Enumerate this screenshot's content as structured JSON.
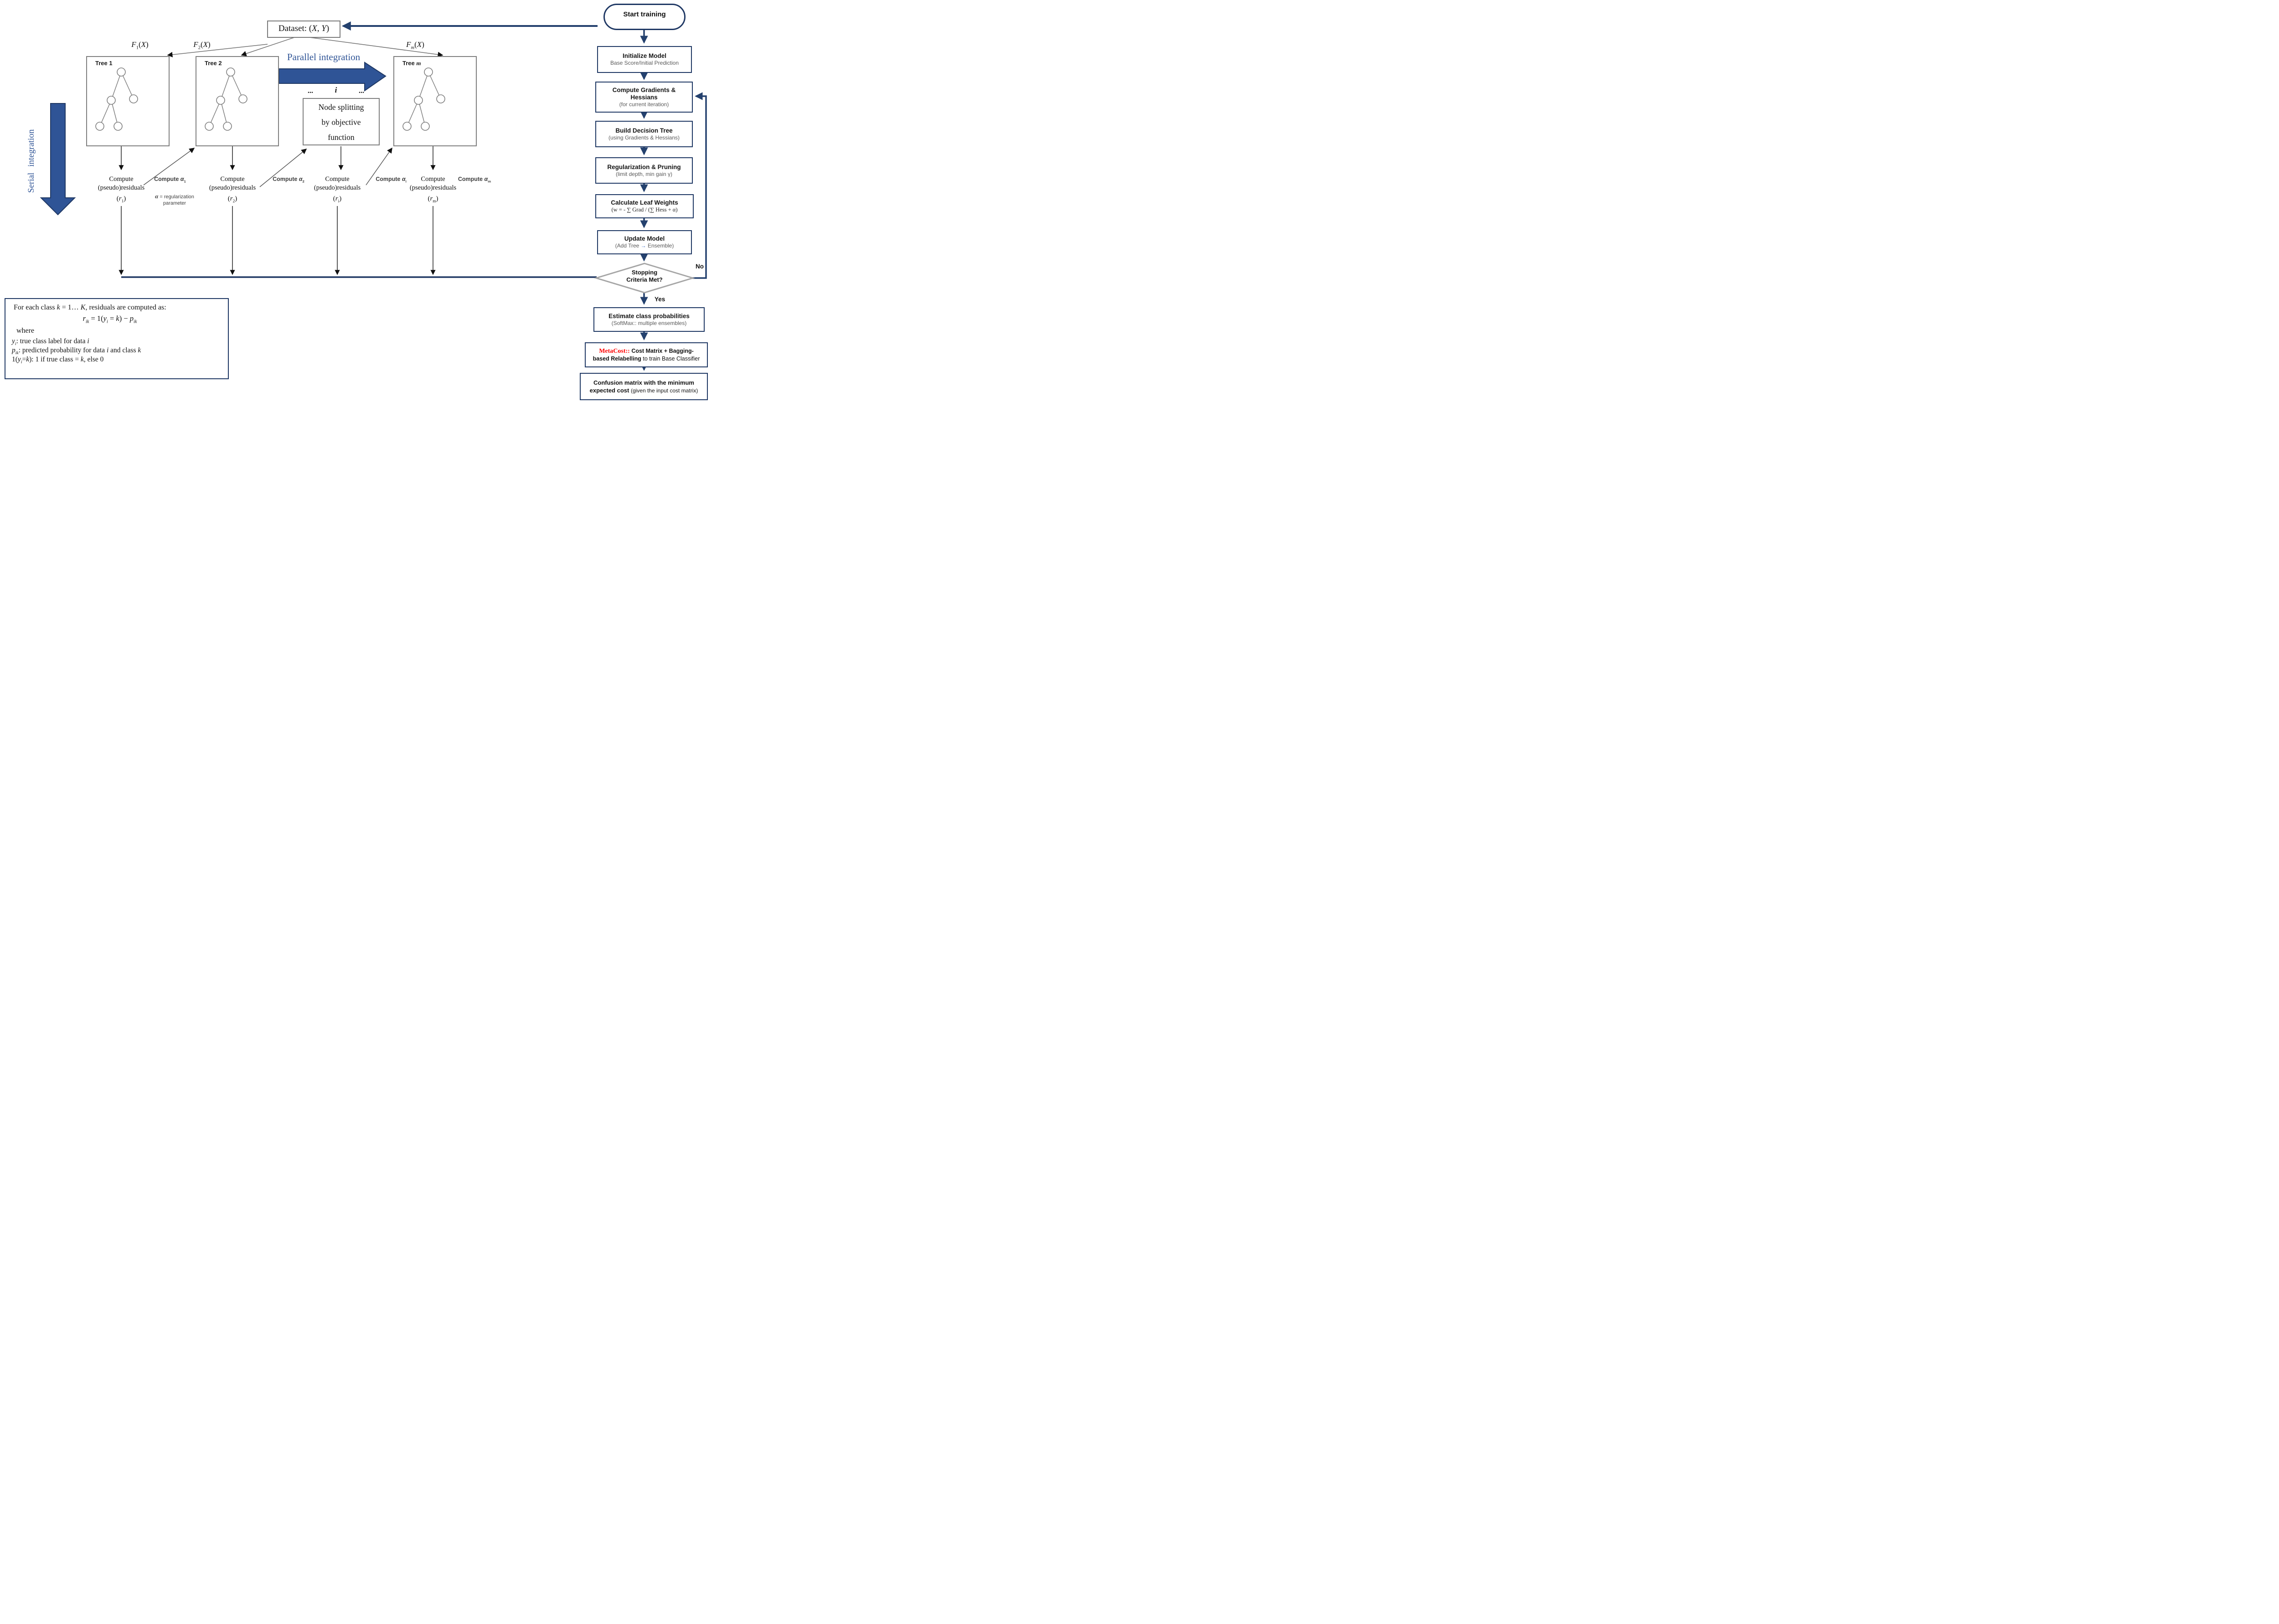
{
  "colors": {
    "navy": "#1f3864",
    "blue_fill": "#2f5496",
    "accent_blue": "#4472c4",
    "red": "#ff0000",
    "gray_subtext": "#595959",
    "gray_box_border": "#7f7f7f",
    "diamond_border": "#a6a6a6"
  },
  "dataset": {
    "pre": "Dataset: (",
    "x": "X",
    "comma": ", ",
    "y": "Y",
    "close": ")"
  },
  "integration": {
    "parallel": "Parallel integration",
    "serial": "Serial integration"
  },
  "trees": [
    {
      "f": "F",
      "fsub": "1",
      "open": "(",
      "x": "X",
      "close": ")",
      "name_pre": "Tree ",
      "name_id": "1"
    },
    {
      "f": "F",
      "fsub": "2",
      "open": "(",
      "x": "X",
      "close": ")",
      "name_pre": "Tree ",
      "name_id": "2"
    },
    {
      "f": "F",
      "fsub": "m",
      "open": "(",
      "x": "X",
      "close": ")",
      "name_pre": "Tree ",
      "name_id": "m"
    }
  ],
  "node_splitting": {
    "dots_left": "...",
    "i": "i",
    "dots_right": "...",
    "l1": "Node splitting",
    "l2": "by objective",
    "l3": "function"
  },
  "residuals": [
    {
      "l1": "Compute",
      "l2": "(pseudo)residuals",
      "open": "(",
      "sym": "r",
      "sub": "1",
      "close": ")"
    },
    {
      "l1": "Compute",
      "l2": "(pseudo)residuals",
      "open": "(",
      "sym": "r",
      "sub": "2",
      "close": ")"
    },
    {
      "l1": "Compute",
      "l2": "(pseudo)residuals",
      "open": "(",
      "sym": "r",
      "sub": "i",
      "close": ")"
    },
    {
      "l1": "Compute",
      "l2": "(pseudo)residuals",
      "open": "(",
      "sym": "r",
      "sub": "m",
      "close": ")"
    }
  ],
  "alphas": [
    {
      "pre": "Compute ",
      "sym": "α",
      "sub": "1"
    },
    {
      "pre": "Compute ",
      "sym": "α",
      "sub": "2"
    },
    {
      "pre": "Compute ",
      "sym": "α",
      "sub": "i"
    },
    {
      "pre": "Compute ",
      "sym": "α",
      "sub": "m"
    }
  ],
  "alpha_note": {
    "sym": "α",
    "l1rest": " = regularization",
    "l2": "parameter"
  },
  "formula": {
    "t0": "For each class ",
    "t1": "k",
    "t2": " = 1… ",
    "t3": "K",
    "t4": ", residuals are computed as:",
    "e0": "r",
    "e1": "ik",
    "e2": " = 1(",
    "e3": "y",
    "e4": "i",
    "e5": " = ",
    "e6": "k",
    "e7": ") − ",
    "e8": "p",
    "e9": "ik",
    "where": "where",
    "d1_0": "y",
    "d1_1": "i",
    "d1_2": ": true class label for data ",
    "d1_3": "i",
    "d2_0": "p",
    "d2_1": "ik",
    "d2_2": ": predicted probability for data ",
    "d2_3": "i",
    "d2_4": " and class ",
    "d2_5": "k",
    "d3_0": "1(",
    "d3_1": "y",
    "d3_2": "i",
    "d3_3": "=",
    "d3_4": "k",
    "d3_5": "): 1 if true class = ",
    "d3_6": "k",
    "d3_7": ", else 0"
  },
  "flowchart": {
    "start": "Start training",
    "initialize": {
      "title": "Initialize Model",
      "subtitle": "Base Score/Initial Prediction"
    },
    "gradients": {
      "title": "Compute Gradients & Hessians",
      "subtitle": "(for current iteration)"
    },
    "build": {
      "title": "Build Decision Tree",
      "subtitle": "(using Gradients & Hessians)"
    },
    "regularization": {
      "title": "Regularization & Pruning",
      "subtitle": "(limit depth, min gain γ)"
    },
    "leaf_weights": {
      "title": "Calculate Leaf Weights",
      "subtitle": "(w = - ∑ Grad / (∑ Hess + α)"
    },
    "update": {
      "title": "Update Model",
      "sub_pre": "(Add Tree ",
      "sub_arrow": "→",
      "sub_post": " Ensemble)"
    },
    "decision": {
      "l1": "Stopping",
      "l2": "Criteria Met?",
      "no": "No",
      "yes": "Yes"
    },
    "estimate": {
      "title": "Estimate class probabilities",
      "subtitle": "(SoftMax:: multiple ensembles)"
    },
    "metacost": {
      "red": "MetaCost::",
      "bold1": " Cost Matrix + Bagging-",
      "bold2": "based Relabelling",
      "rest": " to train Base Classifier"
    },
    "confusion": {
      "bold1": "Confusion matrix with the minimum",
      "bold2": "expected cost ",
      "rest": "(given the input cost matrix)"
    }
  }
}
